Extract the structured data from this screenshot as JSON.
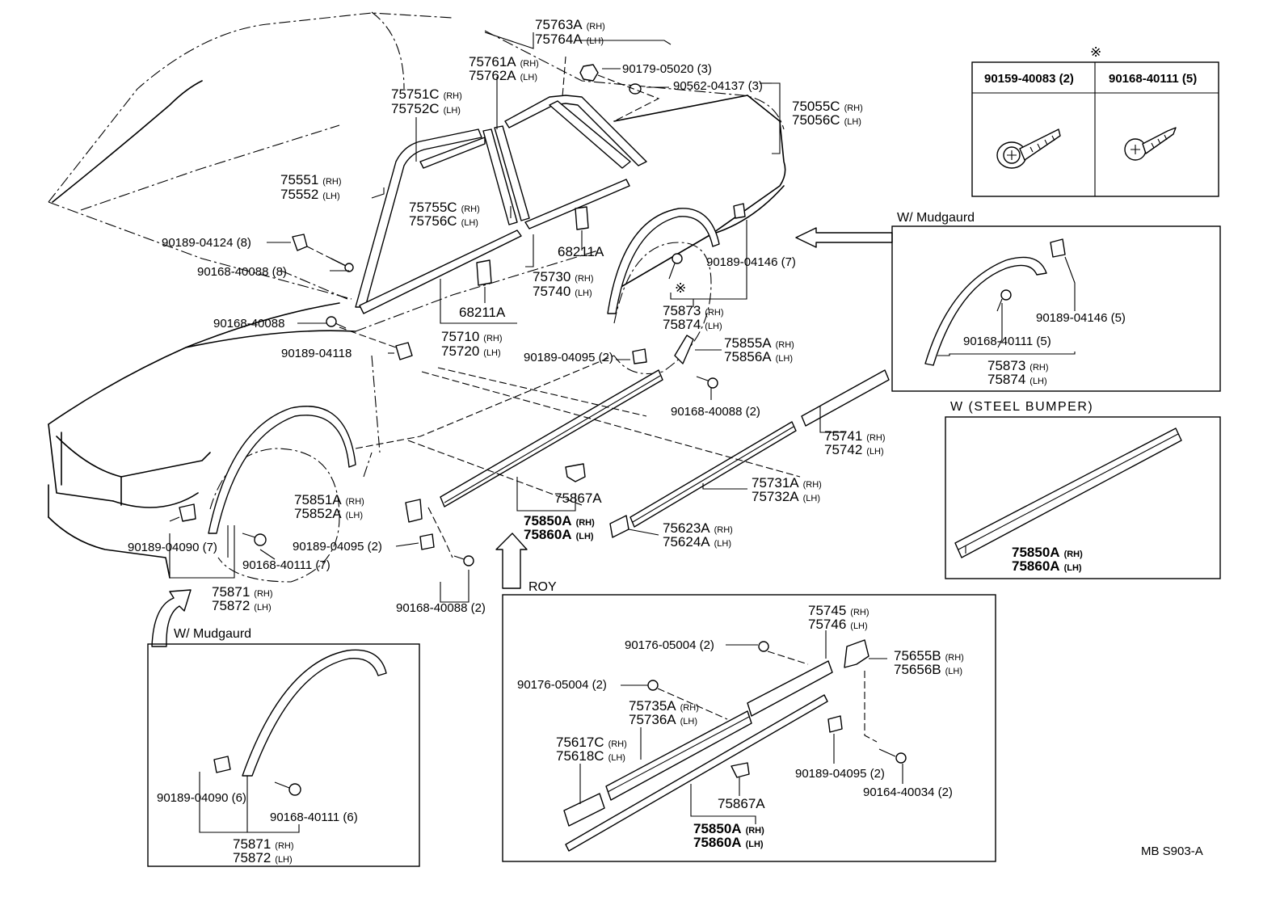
{
  "diagram": {
    "code": "MB  S903-A",
    "note_mark": "※",
    "fastener_table": {
      "headers": [
        "90159-40083 (2)",
        "90168-40111 (5)"
      ]
    },
    "insets": {
      "mudguard_rear": "W/ Mudgaurd",
      "mudguard_front": "W/ Mudgaurd",
      "steel_bumper": "W (STEEL BUMPER)",
      "roy": "ROY"
    },
    "labels": [
      {
        "id": "l1",
        "main": "75763A",
        "side": "(RH)"
      },
      {
        "id": "l2",
        "main": "75764A",
        "side": "(LH)"
      },
      {
        "id": "l3",
        "main": "90179-05020 (3)",
        "side": ""
      },
      {
        "id": "l4",
        "main": "75761A",
        "side": "(RH)"
      },
      {
        "id": "l5",
        "main": "75762A",
        "side": "(LH)"
      },
      {
        "id": "l6",
        "main": "90562-04137 (3)",
        "side": ""
      },
      {
        "id": "l7",
        "main": "75751C",
        "side": "(RH)"
      },
      {
        "id": "l8",
        "main": "75752C",
        "side": "(LH)"
      },
      {
        "id": "l9",
        "main": "75055C",
        "side": "(RH)"
      },
      {
        "id": "l10",
        "main": "75056C",
        "side": "(LH)"
      },
      {
        "id": "l11",
        "main": "75551",
        "side": "(RH)"
      },
      {
        "id": "l12",
        "main": "75552",
        "side": "(LH)"
      },
      {
        "id": "l13",
        "main": "75755C",
        "side": "(RH)"
      },
      {
        "id": "l14",
        "main": "75756C",
        "side": "(LH)"
      },
      {
        "id": "l15",
        "main": "90189-04124 (8)",
        "side": ""
      },
      {
        "id": "l16",
        "main": "68211A",
        "side": ""
      },
      {
        "id": "l17",
        "main": "90168-40088 (8)",
        "side": ""
      },
      {
        "id": "l18",
        "main": "90189-04146 (7)",
        "side": ""
      },
      {
        "id": "l19",
        "main": "75730",
        "side": "(RH)"
      },
      {
        "id": "l20",
        "main": "75740",
        "side": "(LH)"
      },
      {
        "id": "l21",
        "main": "68211A",
        "side": ""
      },
      {
        "id": "l22",
        "main": "75873",
        "side": "(RH)"
      },
      {
        "id": "l23",
        "main": "75874",
        "side": "(LH)"
      },
      {
        "id": "l24",
        "main": "90168-40088",
        "side": ""
      },
      {
        "id": "l25",
        "main": "75710",
        "side": "(RH)"
      },
      {
        "id": "l26",
        "main": "75720",
        "side": "(LH)"
      },
      {
        "id": "l27",
        "main": "75855A",
        "side": "(RH)"
      },
      {
        "id": "l28",
        "main": "75856A",
        "side": "(LH)"
      },
      {
        "id": "l29",
        "main": "90189-04118",
        "side": ""
      },
      {
        "id": "l30",
        "main": "90189-04095 (2)",
        "side": ""
      },
      {
        "id": "l31",
        "main": "90168-40088 (2)",
        "side": ""
      },
      {
        "id": "l32",
        "main": "75741",
        "side": "(RH)"
      },
      {
        "id": "l33",
        "main": "75742",
        "side": "(LH)"
      },
      {
        "id": "l34",
        "main": "75731A",
        "side": "(RH)"
      },
      {
        "id": "l35",
        "main": "75732A",
        "side": "(LH)"
      },
      {
        "id": "l36",
        "main": "75867A",
        "side": ""
      },
      {
        "id": "l37",
        "main": "75851A",
        "side": "(RH)"
      },
      {
        "id": "l38",
        "main": "75852A",
        "side": "(LH)"
      },
      {
        "id": "l39",
        "main": "75850A",
        "side": "(RH)"
      },
      {
        "id": "l40",
        "main": "75860A",
        "side": "(LH)"
      },
      {
        "id": "l41",
        "main": "75623A",
        "side": "(RH)"
      },
      {
        "id": "l42",
        "main": "75624A",
        "side": "(LH)"
      },
      {
        "id": "l43",
        "main": "90189-04090 (7)",
        "side": ""
      },
      {
        "id": "l44",
        "main": "90189-04095 (2)",
        "side": ""
      },
      {
        "id": "l45",
        "main": "90168-40111 (7)",
        "side": ""
      },
      {
        "id": "l46",
        "main": "75871",
        "side": "(RH)"
      },
      {
        "id": "l47",
        "main": "75872",
        "side": "(LH)"
      },
      {
        "id": "l48",
        "main": "90168-40088 (2)",
        "side": ""
      },
      {
        "id": "l49",
        "main": "90189-04146 (5)",
        "side": ""
      },
      {
        "id": "l50",
        "main": "90168-40111 (5)",
        "side": ""
      },
      {
        "id": "l51",
        "main": "75873",
        "side": "(RH)"
      },
      {
        "id": "l52",
        "main": "75874",
        "side": "(LH)"
      },
      {
        "id": "l53",
        "main": "75850A",
        "side": "(RH)"
      },
      {
        "id": "l54",
        "main": "75860A",
        "side": "(LH)"
      },
      {
        "id": "l55",
        "main": "75745",
        "side": "(RH)"
      },
      {
        "id": "l56",
        "main": "75746",
        "side": "(LH)"
      },
      {
        "id": "l57",
        "main": "90176-05004 (2)",
        "side": ""
      },
      {
        "id": "l58",
        "main": "75655B",
        "side": "(RH)"
      },
      {
        "id": "l59",
        "main": "75656B",
        "side": "(LH)"
      },
      {
        "id": "l60",
        "main": "90176-05004 (2)",
        "side": ""
      },
      {
        "id": "l61",
        "main": "75735A",
        "side": "(RH)"
      },
      {
        "id": "l62",
        "main": "75736A",
        "side": "(LH)"
      },
      {
        "id": "l63",
        "main": "75617C",
        "side": "(RH)"
      },
      {
        "id": "l64",
        "main": "75618C",
        "side": "(LH)"
      },
      {
        "id": "l65",
        "main": "90189-04095 (2)",
        "side": ""
      },
      {
        "id": "l66",
        "main": "90164-40034 (2)",
        "side": ""
      },
      {
        "id": "l67",
        "main": "75867A",
        "side": ""
      },
      {
        "id": "l68",
        "main": "75850A",
        "side": "(RH)"
      },
      {
        "id": "l69",
        "main": "75860A",
        "side": "(LH)"
      },
      {
        "id": "l70",
        "main": "90189-04090 (6)",
        "side": ""
      },
      {
        "id": "l71",
        "main": "90168-40111 (6)",
        "side": ""
      },
      {
        "id": "l72",
        "main": "75871",
        "side": "(RH)"
      },
      {
        "id": "l73",
        "main": "75872",
        "side": "(LH)"
      }
    ]
  }
}
